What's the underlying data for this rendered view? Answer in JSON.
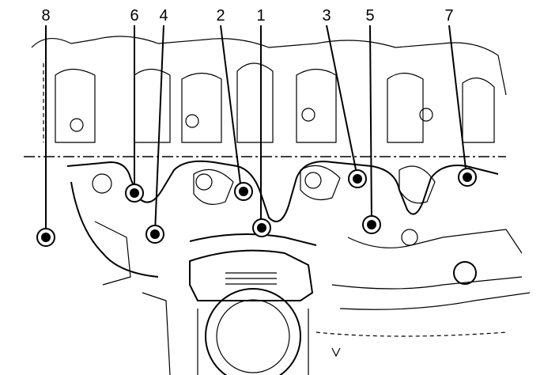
{
  "labels": [
    "8",
    "6",
    "4",
    "2",
    "1",
    "3",
    "5",
    "7"
  ],
  "colors": {
    "ink": "#000000",
    "paper": "#ffffff"
  }
}
